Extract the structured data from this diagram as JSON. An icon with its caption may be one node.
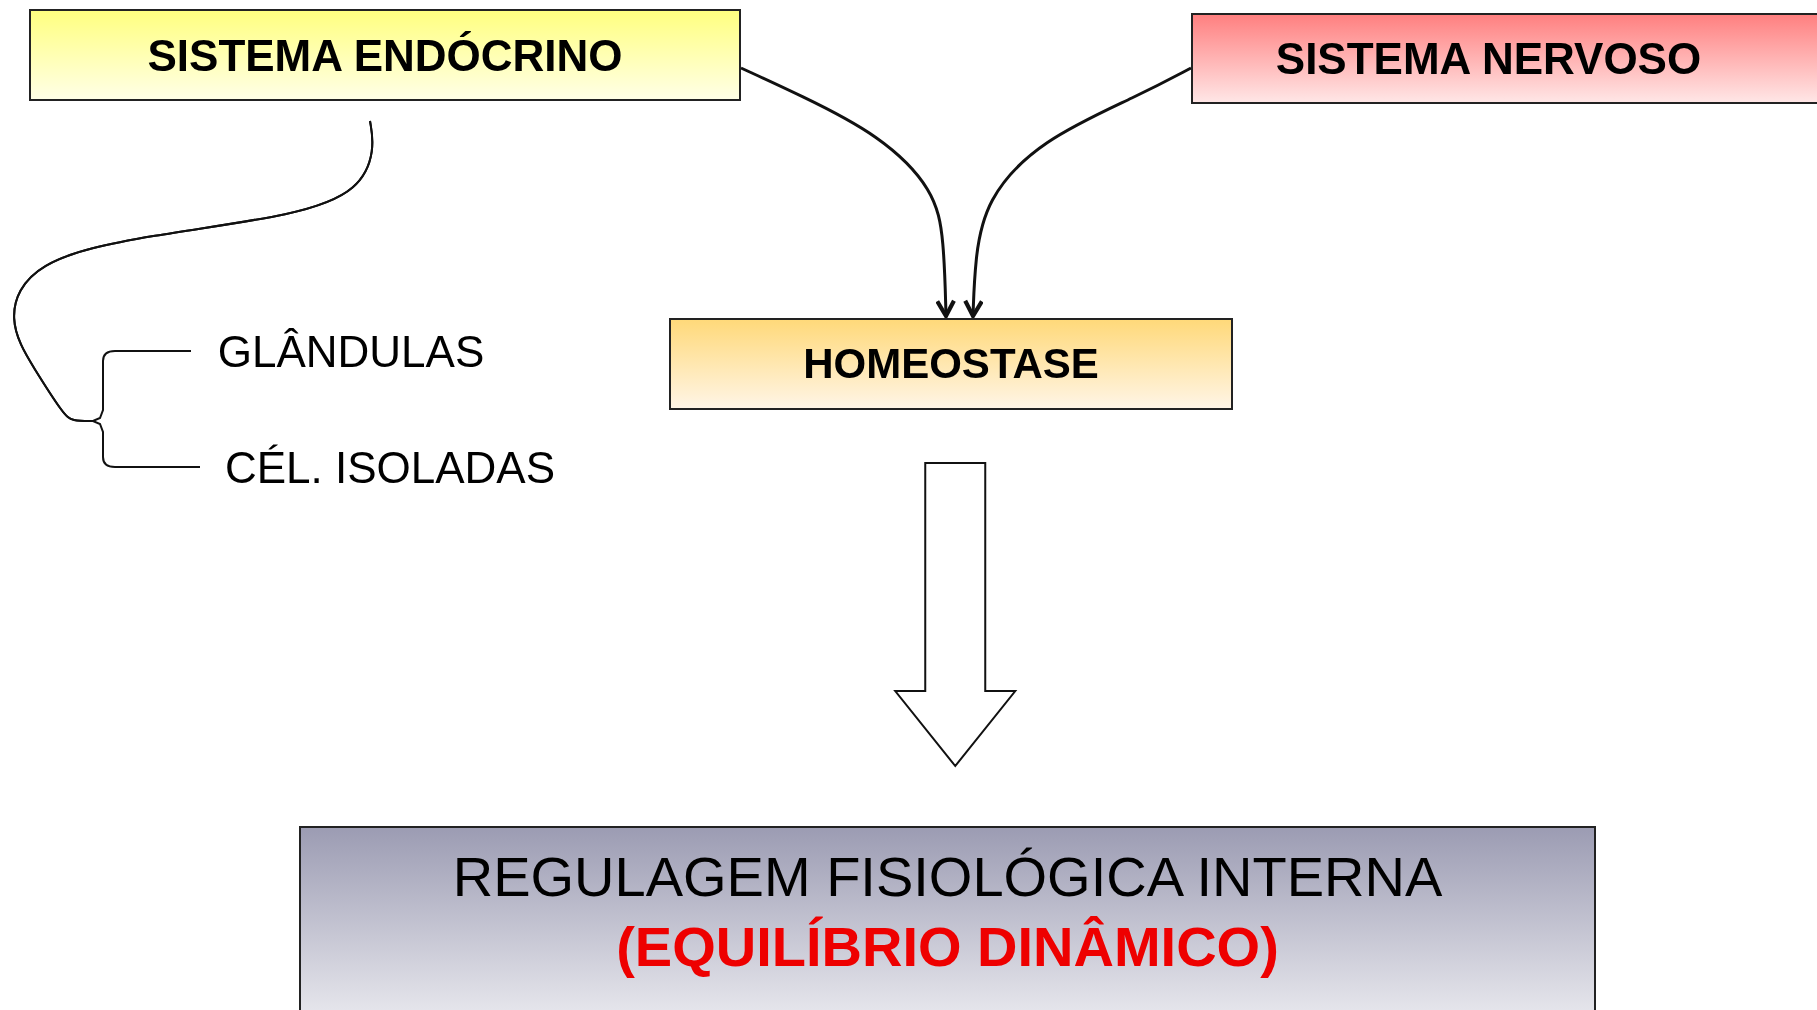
{
  "diagram": {
    "nodes": [
      {
        "text": [
          "SISTEMA ENDÓCRINO"
        ]
      },
      {
        "text": [
          "SISTEMA NERVOSO"
        ]
      },
      {
        "text": [
          "HOMEOSTASE"
        ]
      },
      {
        "text": [
          "GLÂNDULAS"
        ]
      },
      {
        "text": [
          "CÉL. ISOLADAS"
        ]
      },
      {
        "text": [
          "REGULAGEM FISIOLÓGICA INTERNA",
          "(EQUILÍBRIO DINÂMICO)"
        ]
      }
    ],
    "edges": [
      {
        "from": 0,
        "to": 2,
        "arrow": "to"
      },
      {
        "from": 1,
        "to": 2,
        "arrow": "to"
      },
      {
        "from": 0,
        "to": 3,
        "arrow": "none"
      },
      {
        "from": 0,
        "to": 4,
        "arrow": "none"
      },
      {
        "from": 2,
        "to": 5,
        "arrow": "to",
        "style": "thick"
      }
    ]
  }
}
